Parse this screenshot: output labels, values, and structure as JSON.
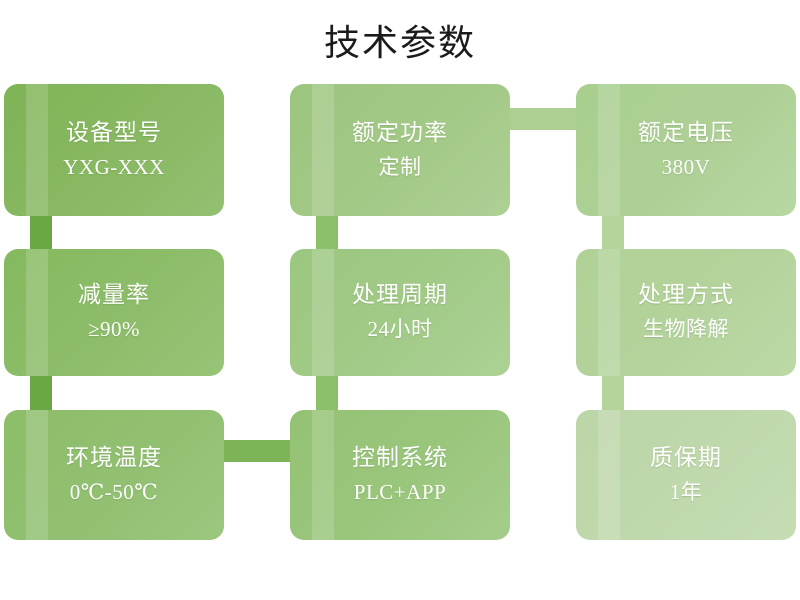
{
  "title": "技术参数",
  "theme": {
    "background": "#ffffff",
    "title_color": "#1a1a1a",
    "text_color": "#ffffff",
    "palette": [
      "#7fb356",
      "#9cc57e",
      "#a8cf8e",
      "#85b95e",
      "#9cc77f",
      "#b0d196",
      "#8cbd68",
      "#94c274",
      "#bcd6a8"
    ]
  },
  "cards": [
    {
      "id": "device-model",
      "title": "设备型号",
      "value": "YXG-XXX",
      "color": "#7fb356"
    },
    {
      "id": "rated-power",
      "title": "额定功率",
      "value": "定制",
      "color": "#9cc57e"
    },
    {
      "id": "rated-voltage",
      "title": "额定电压",
      "value": "380V",
      "color": "#a8cf8e"
    },
    {
      "id": "reduction-rate",
      "title": "减量率",
      "value": "≥90%",
      "color": "#85b95e"
    },
    {
      "id": "treatment-cycle",
      "title": "处理周期",
      "value": "24小时",
      "color": "#9cc77f"
    },
    {
      "id": "treatment-method",
      "title": "处理方式",
      "value": "生物降解",
      "color": "#b0d196"
    },
    {
      "id": "ambient-temp",
      "title": "环境温度",
      "value": "0℃-50℃",
      "color": "#8cbd68"
    },
    {
      "id": "control-system",
      "title": "控制系统",
      "value": "PLC+APP",
      "color": "#94c274"
    },
    {
      "id": "warranty-period",
      "title": "质保期",
      "value": "1年",
      "color": "#bcd6a8"
    }
  ],
  "connectors": [
    {
      "id": "v-col1",
      "color": "#6aa843"
    },
    {
      "id": "v-col2",
      "color": "#8cc06a"
    },
    {
      "id": "v-col3",
      "color": "#b4d49c"
    },
    {
      "id": "h-row1-mid-right",
      "color": "#add092"
    },
    {
      "id": "h-row3-left-mid",
      "color": "#7db457"
    }
  ]
}
